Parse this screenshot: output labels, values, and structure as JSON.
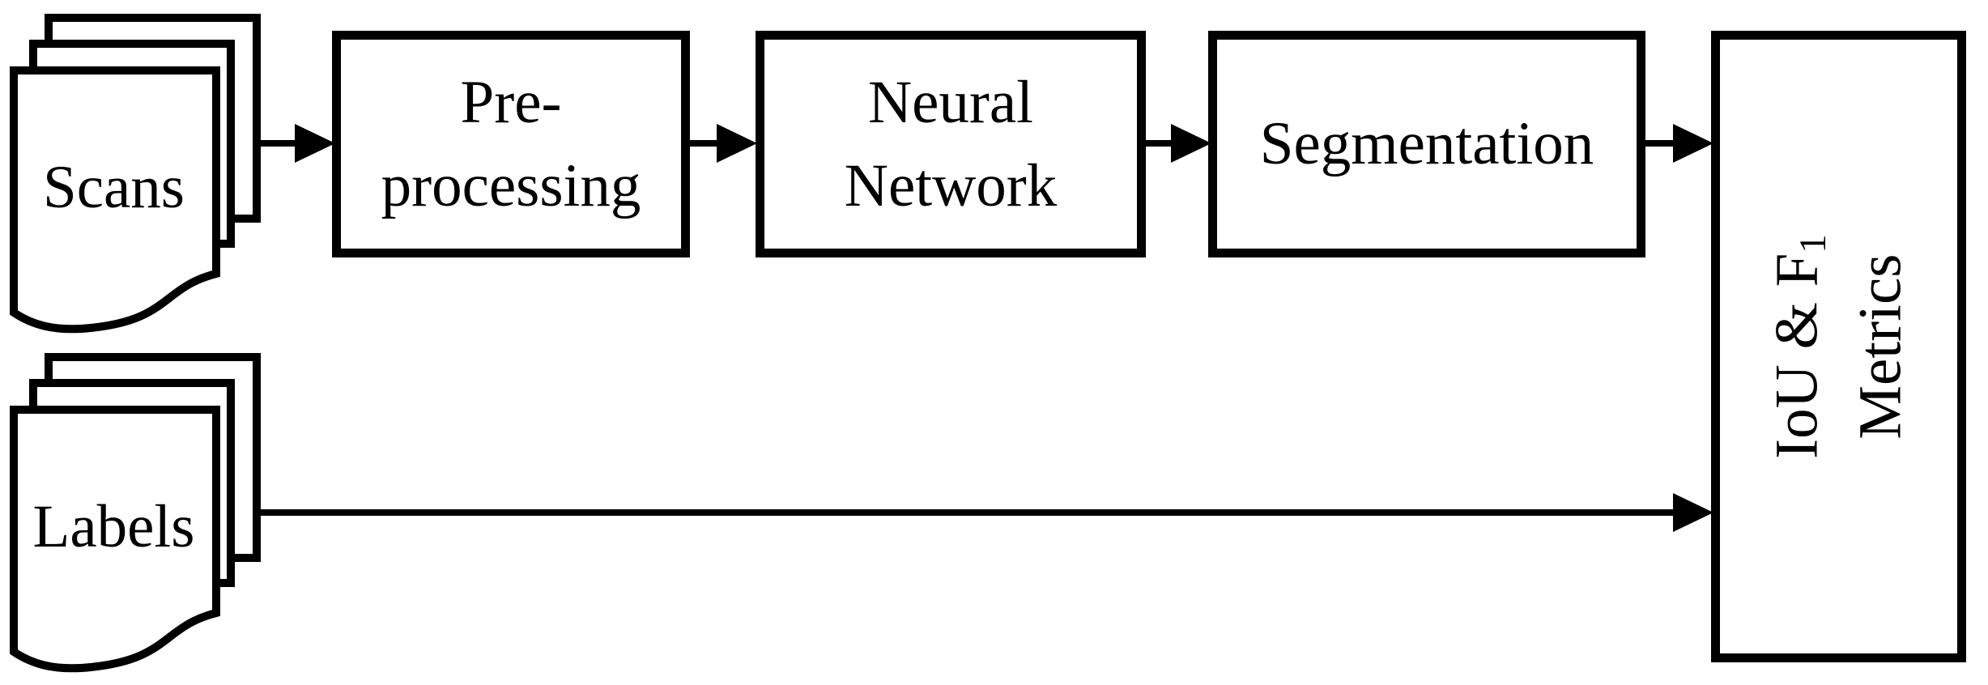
{
  "diagram": {
    "nodes": {
      "scans": {
        "label": "Scans",
        "icon": "document-stack-icon"
      },
      "labels": {
        "label": "Labels",
        "icon": "document-stack-icon"
      },
      "preprocessing": {
        "line1": "Pre-",
        "line2": "processing"
      },
      "neural_network": {
        "line1": "Neural",
        "line2": "Network"
      },
      "segmentation": {
        "label": "Segmentation"
      },
      "metrics": {
        "line1_text": "IoU & F",
        "line1_subscript": "1",
        "line2": "Metrics",
        "text_orientation": "rotated-90-ccw"
      }
    },
    "edges": [
      {
        "from": "scans",
        "to": "preprocessing"
      },
      {
        "from": "preprocessing",
        "to": "neural_network"
      },
      {
        "from": "neural_network",
        "to": "segmentation"
      },
      {
        "from": "segmentation",
        "to": "metrics"
      },
      {
        "from": "labels",
        "to": "metrics"
      }
    ],
    "colors": {
      "stroke": "#000000",
      "fill": "#ffffff"
    }
  }
}
